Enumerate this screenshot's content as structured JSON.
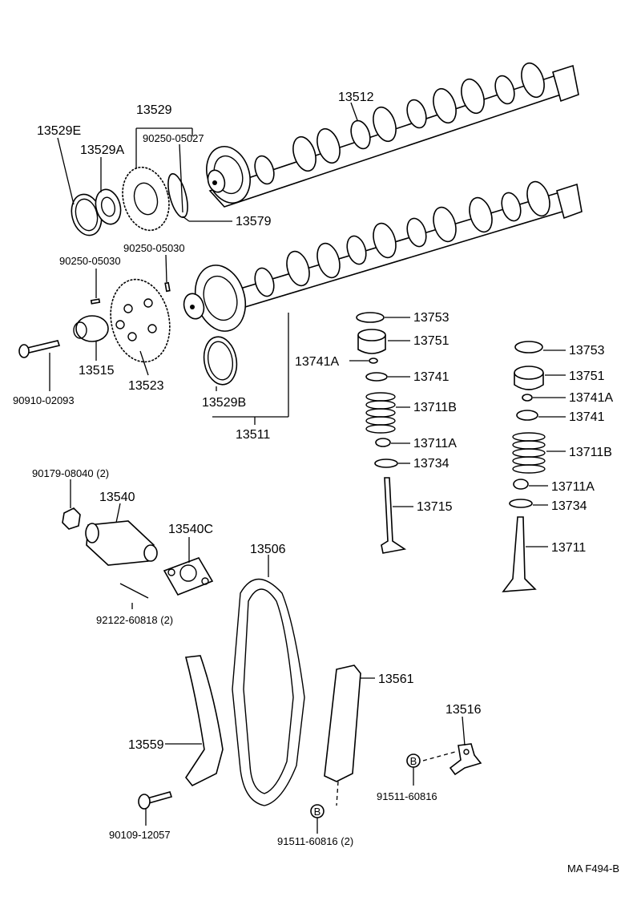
{
  "labels": {
    "p13529E": "13529E",
    "p13529A": "13529A",
    "p13529": "13529",
    "p90250_05027": "90250-05027",
    "p13579": "13579",
    "p13512": "13512",
    "p90250_05030a": "90250-05030",
    "p90250_05030b": "90250-05030",
    "p13515": "13515",
    "p13523": "13523",
    "p90910_02093": "90910-02093",
    "p13529B": "13529B",
    "p13511": "13511",
    "p13753a": "13753",
    "p13751a": "13751",
    "p13741Aa": "13741A",
    "p13741a": "13741",
    "p13711Ba": "13711B",
    "p13711Aa": "13711A",
    "p13734a": "13734",
    "p13715": "13715",
    "p13753b": "13753",
    "p13751b": "13751",
    "p13741Ab": "13741A",
    "p13741b": "13741",
    "p13711Bb": "13711B",
    "p13711Ab": "13711A",
    "p13734b": "13734",
    "p13711": "13711",
    "p90179_08040": "90179-08040 (2)",
    "p13540": "13540",
    "p13540C": "13540C",
    "p92122_60818": "92122-60818 (2)",
    "p13506": "13506",
    "p13561": "13561",
    "p13559": "13559",
    "p13516": "13516",
    "p91511_60816a": "91511-60816",
    "p91511_60816b": "91511-60816 (2)",
    "p90109_12057": "90109-12057",
    "markerB1": "B",
    "markerB2": "B",
    "figure_code": "MA F494-B"
  }
}
